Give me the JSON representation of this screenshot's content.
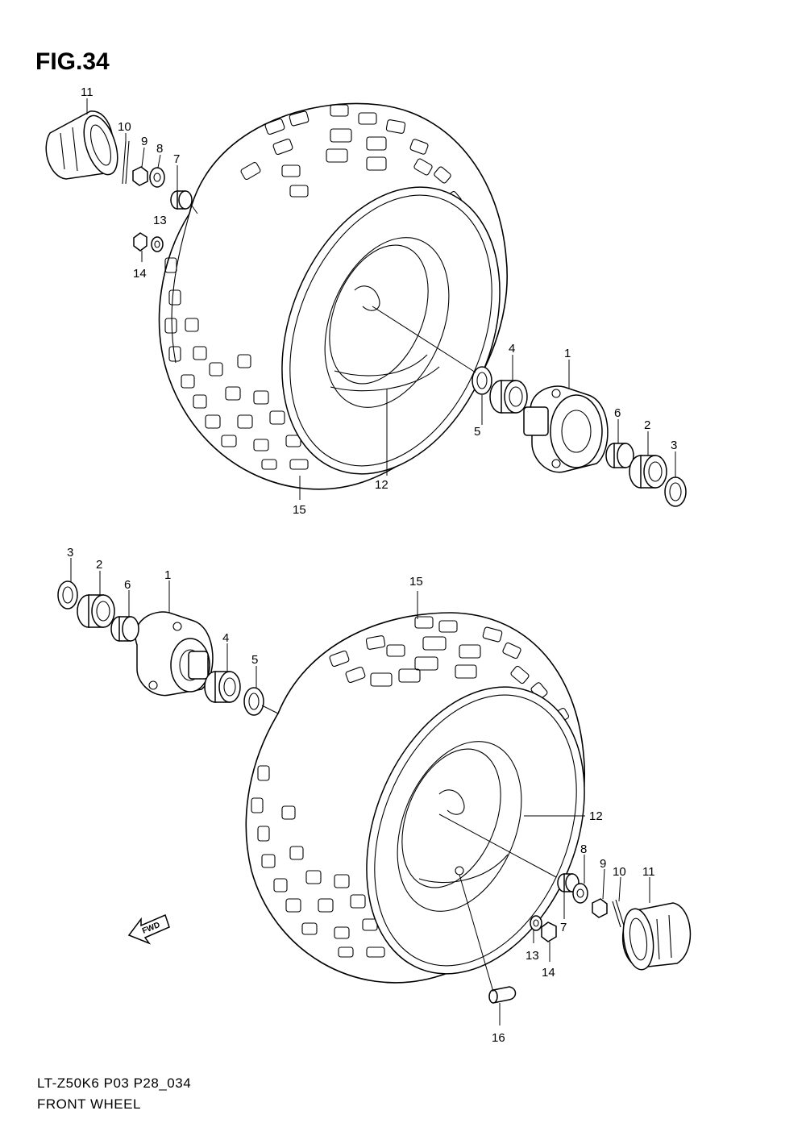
{
  "figure": {
    "title": "FIG.34",
    "model_code": "LT-Z50K6 P03 P28_034",
    "name": "FRONT WHEEL",
    "fwd_label": "FWD"
  },
  "callouts_top": [
    {
      "id": "t11",
      "label": "11"
    },
    {
      "id": "t10",
      "label": "10"
    },
    {
      "id": "t9",
      "label": "9"
    },
    {
      "id": "t8",
      "label": "8"
    },
    {
      "id": "t7",
      "label": "7"
    },
    {
      "id": "t13",
      "label": "13"
    },
    {
      "id": "t14",
      "label": "14"
    },
    {
      "id": "t4",
      "label": "4"
    },
    {
      "id": "t1",
      "label": "1"
    },
    {
      "id": "t5",
      "label": "5"
    },
    {
      "id": "t6",
      "label": "6"
    },
    {
      "id": "t2",
      "label": "2"
    },
    {
      "id": "t3",
      "label": "3"
    },
    {
      "id": "t12",
      "label": "12"
    },
    {
      "id": "t15",
      "label": "15"
    }
  ],
  "callouts_bottom": [
    {
      "id": "b3",
      "label": "3"
    },
    {
      "id": "b2",
      "label": "2"
    },
    {
      "id": "b6",
      "label": "6"
    },
    {
      "id": "b1",
      "label": "1"
    },
    {
      "id": "b4",
      "label": "4"
    },
    {
      "id": "b5",
      "label": "5"
    },
    {
      "id": "b15",
      "label": "15"
    },
    {
      "id": "b12",
      "label": "12"
    },
    {
      "id": "b8",
      "label": "8"
    },
    {
      "id": "b9",
      "label": "9"
    },
    {
      "id": "b10",
      "label": "10"
    },
    {
      "id": "b11",
      "label": "11"
    },
    {
      "id": "b7",
      "label": "7"
    },
    {
      "id": "b13",
      "label": "13"
    },
    {
      "id": "b14",
      "label": "14"
    },
    {
      "id": "b16",
      "label": "16"
    }
  ]
}
